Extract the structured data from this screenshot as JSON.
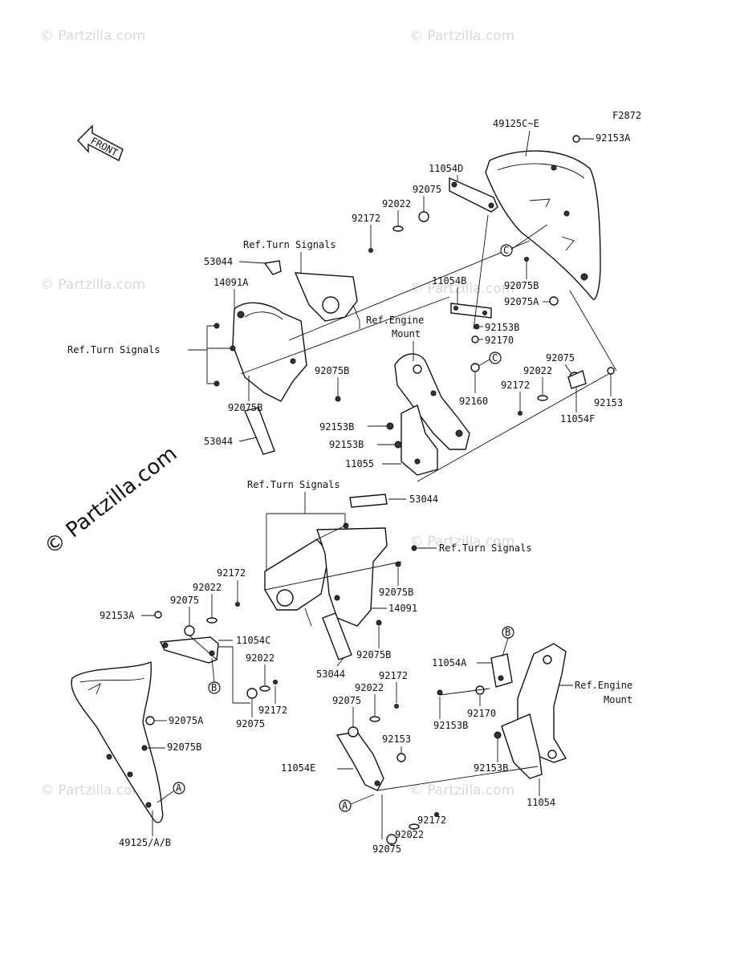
{
  "figure_code": "F2872",
  "front_label": "FRONT",
  "watermark": {
    "main": "© Partzilla.com",
    "faint": "© Partzilla.com"
  },
  "labels": {
    "p49125CE": "49125C~E",
    "p92153A_top": "92153A",
    "p11054D": "11054D",
    "p92075_top": "92075",
    "p92022_top": "92022",
    "p92172_top": "92172",
    "ref_turn_1": "Ref.Turn Signals",
    "p53044_a": "53044",
    "p14091A": "14091A",
    "p11054B": "11054B",
    "ref_engine_1a": "Ref.Engine",
    "ref_engine_1b": "Mount",
    "p92153B_a": "92153B",
    "p92170_a": "92170",
    "p92075B_a": "92075B",
    "p92075A_a": "92075A",
    "ref_turn_2": "Ref.Turn Signals",
    "p92075B_b": "92075B",
    "p92075B_c": "92075B",
    "p53044_b": "53044",
    "p92160": "92160",
    "p92075_r": "92075",
    "p92022_r": "92022",
    "p92172_r": "92172",
    "p92153_r": "92153",
    "p11054F": "11054F",
    "p92153B_b": "92153B",
    "p92153B_c": "92153B",
    "p11055": "11055",
    "ref_turn_3": "Ref.Turn Signals",
    "p53044_c": "53044",
    "ref_turn_4": "Ref.Turn Signals",
    "p92172_l": "92172",
    "p92022_l": "92022",
    "p92075_l": "92075",
    "p92153A_l": "92153A",
    "p92075B_d": "92075B",
    "p14091": "14091",
    "p11054C": "11054C",
    "p92022_m": "92022",
    "p92172_m": "92172",
    "p92075_m": "92075",
    "p92075A_b": "92075A",
    "p92075B_e": "92075B",
    "p92075B_f": "92075B",
    "p53044_d": "53044",
    "p92172_c": "92172",
    "p92022_c": "92022",
    "p92075_c": "92075",
    "p11054A": "11054A",
    "ref_engine_2a": "Ref.Engine",
    "ref_engine_2b": "Mount",
    "p92153B_d": "92153B",
    "p92170_b": "92170",
    "p92153_c": "92153",
    "p92153B_e": "92153B",
    "p11054E": "11054E",
    "p11054": "11054",
    "p92172_b": "92172",
    "p92022_b": "92022",
    "p92075_b": "92075",
    "p49125AB": "49125/A/B"
  },
  "callouts": {
    "A": "A",
    "B": "B",
    "C": "C"
  }
}
